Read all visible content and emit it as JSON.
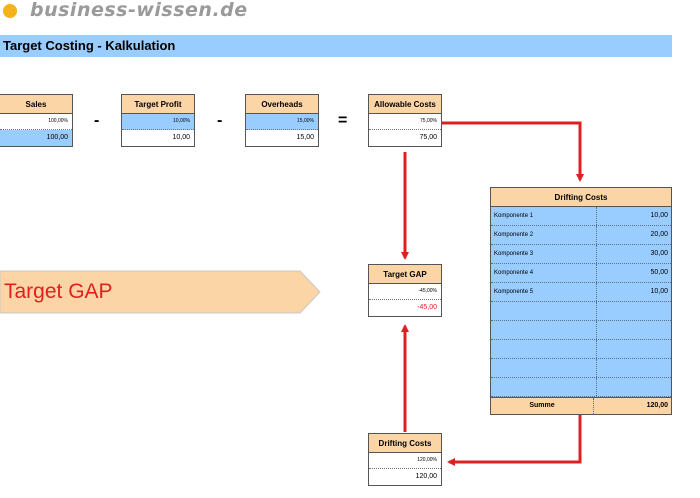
{
  "header": {
    "brand": "business-wissen.de",
    "title": "Target Costing - Kalkulation"
  },
  "operators": {
    "minus": "-",
    "equals": "="
  },
  "boxes": {
    "sales": {
      "label": "Sales",
      "percent": "100,00%",
      "value": "100,00"
    },
    "target_profit": {
      "label": "Target Profit",
      "percent": "10,00%",
      "value": "10,00"
    },
    "overheads": {
      "label": "Overheads",
      "percent": "15,00%",
      "value": "15,00"
    },
    "allowable_costs": {
      "label": "Allowable Costs",
      "percent": "75,00%",
      "value": "75,00"
    },
    "target_gap": {
      "label": "Target GAP",
      "percent": "-45,00%",
      "value": "-45,00"
    },
    "drifting_costs": {
      "label": "Drifting Costs",
      "percent": "120,00%",
      "value": "120,00"
    }
  },
  "gap_banner": {
    "label": "Target GAP"
  },
  "drifting_table": {
    "title": "Drifting Costs",
    "rows": [
      {
        "name": "Komponente 1",
        "value": "10,00"
      },
      {
        "name": "Komponente 2",
        "value": "20,00"
      },
      {
        "name": "Komponente 3",
        "value": "30,00"
      },
      {
        "name": "Komponente 4",
        "value": "50,00"
      },
      {
        "name": "Komponente 5",
        "value": "10,00"
      },
      {
        "name": "",
        "value": ""
      },
      {
        "name": "",
        "value": ""
      },
      {
        "name": "",
        "value": ""
      },
      {
        "name": "",
        "value": ""
      },
      {
        "name": "",
        "value": ""
      }
    ],
    "sum_label": "Summe",
    "sum_value": "120,00"
  },
  "colors": {
    "header_blue": "#99ccff",
    "box_header": "#fcd5a6",
    "arrow_red": "#e02020",
    "logo_orange": "#f2b31b"
  }
}
